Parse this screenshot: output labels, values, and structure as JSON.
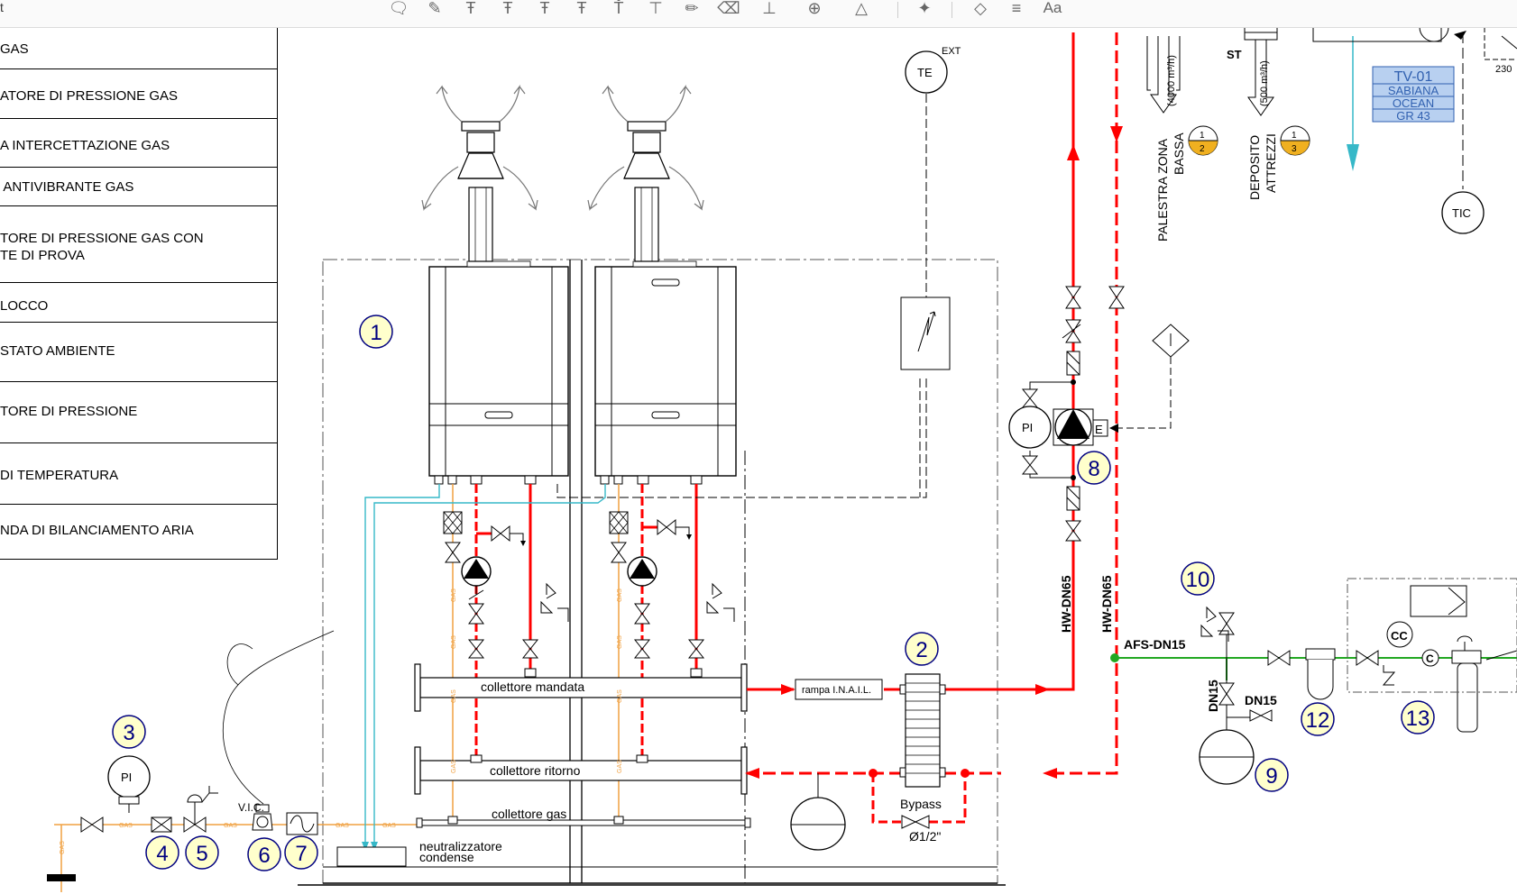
{
  "toolbar": {
    "corner_text": "t",
    "icons": [
      "comment-icon",
      "highlight-icon",
      "text-insert-icon",
      "text-replace-icon",
      "text-note-icon",
      "text-strike-icon",
      "text-cursor-icon",
      "text-box-icon",
      "pencil-icon",
      "eraser-icon",
      "stamp-icon",
      "attach-icon",
      "shapes-icon",
      "pin-icon",
      "fill-icon",
      "lines-icon"
    ],
    "font_label": "Aa"
  },
  "legend": [
    "GAS",
    "ATORE DI PRESSIONE GAS",
    "A INTERCETTAZIONE GAS",
    " ANTIVIBRANTE GAS",
    "TORE DI PRESSIONE GAS CON\nTE DI PROVA",
    "LOCCO",
    "STATO AMBIENTE",
    "TORE DI PRESSIONE",
    "DI TEMPERATURA",
    "NDA DI BILANCIAMENTO ARIA"
  ],
  "labels": {
    "collettore_mandata": "collettore mandata",
    "collettore_ritorno": "collettore ritorno",
    "collettore_gas": "collettore gas",
    "neutralizzatore_1": "neutralizzatore",
    "neutralizzatore_2": "condense",
    "rampa": "rampa I.N.A.I.L.",
    "bypass": "Bypass",
    "bypass_size": "Ø1/2\"",
    "vic": "V.I.C.",
    "gas": "GAS",
    "te": "TE",
    "ext": "EXT",
    "pi": "PI",
    "tic": "TIC",
    "st": "ST",
    "hw1": "HW-DN65",
    "hw2": "HW-DN65",
    "afs": "AFS-DN15",
    "dn15a": "DN15",
    "dn15b": "DN15",
    "cc": "CC",
    "c": "C",
    "e": "E",
    "flow1": "(4000 m³/h)",
    "flow2": "(500 m³/h)",
    "palestra1": "PALESTRA ZONA",
    "palestra2": "BASSA",
    "deposito1": "DEPOSITO",
    "deposito2": "ATTREZZI",
    "sheet_230": "230",
    "tv": [
      "TV-01",
      "SABIANA",
      "OCEAN",
      "GR 43"
    ],
    "zone_a_top": "1",
    "zone_a_bottom": "2",
    "zone_b_top": "1",
    "zone_b_bottom": "3"
  },
  "markers": [
    "1",
    "2",
    "3",
    "4",
    "5",
    "6",
    "7",
    "8",
    "9",
    "10",
    "12",
    "13"
  ],
  "colors": {
    "hot_water": "#ff0000",
    "gas_line": "#f0a040",
    "condensate": "#36b8c8",
    "cold_water": "#22a822",
    "marker_fill": "#ffffcc",
    "marker_stroke": "#000080",
    "tag_fill": "#b8d0f0",
    "tag_stroke": "#3060b0",
    "zone_fill": "#f0b020"
  }
}
